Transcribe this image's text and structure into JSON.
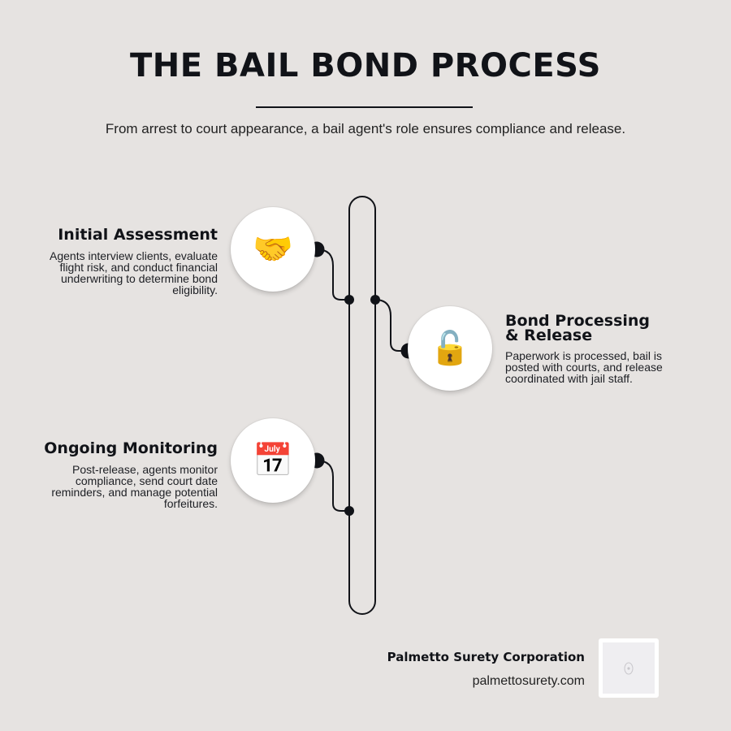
{
  "header": {
    "title": "THE BAIL BOND PROCESS",
    "subtitle": "From arrest to court appearance, a bail agent's role ensures compliance and release."
  },
  "steps": [
    {
      "title": "Initial Assessment",
      "description": "Agents interview clients, evaluate flight risk, and conduct financial underwriting to determine bond eligibility.",
      "icon": "handshake-icon",
      "glyph": "🤝"
    },
    {
      "title": "Bond Processing & Release",
      "description": "Paperwork is processed, bail is posted with courts, and release coordinated with jail staff.",
      "icon": "unlocked-padlock-icon",
      "glyph": "🔓"
    },
    {
      "title": "Ongoing Monitoring",
      "description": "Post-release, agents monitor compliance, send court date reminders, and manage potential forfeitures.",
      "icon": "calendar-icon",
      "glyph": "📅"
    }
  ],
  "footer": {
    "company": "Palmetto Surety Corporation",
    "website": "palmettosurety.com"
  },
  "colors": {
    "background": "#e6e3e1",
    "ink": "#111318",
    "circle": "#ffffff"
  }
}
